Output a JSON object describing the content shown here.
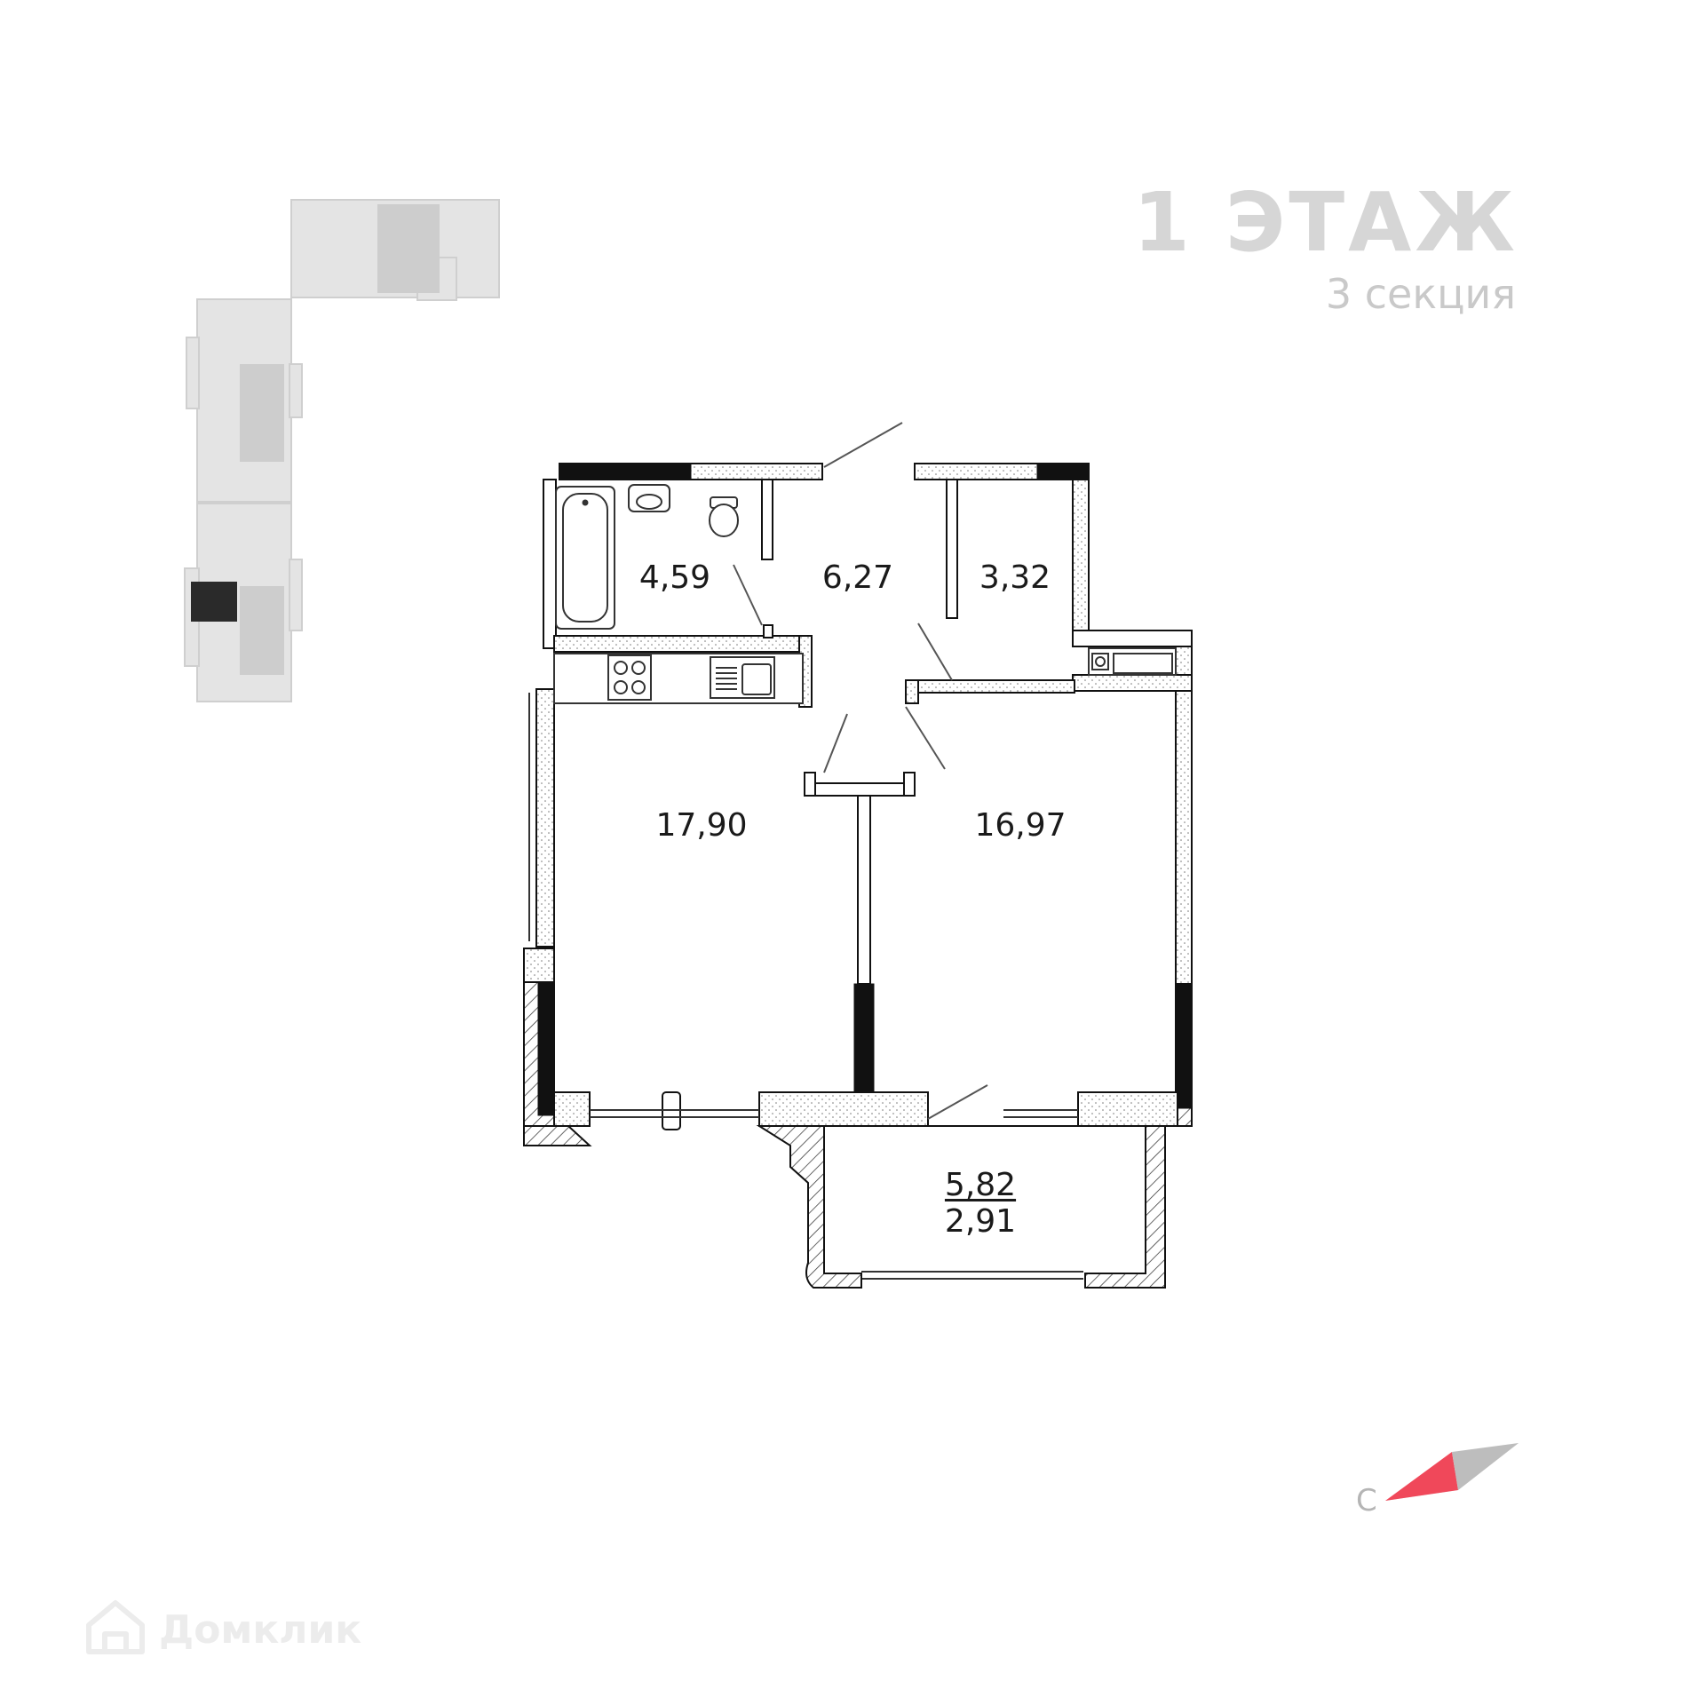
{
  "header": {
    "floor": "1 ЭТАЖ",
    "section": "3 секция"
  },
  "rooms": {
    "bathroom": "4,59",
    "hallway": "6,27",
    "storage": "3,32",
    "living_kitchen": "17,90",
    "bedroom": "16,97",
    "balcony_total": "5,82",
    "balcony_reduced": "2,91"
  },
  "compass": {
    "north_label": "С",
    "accent_color": "#f0485a",
    "secondary_color": "#d9d9d9"
  },
  "watermark": {
    "text": "Домклик",
    "icon": "house-icon"
  },
  "colors": {
    "wall": "#111111",
    "site_plan": "#e4e4e4",
    "site_plan_highlight": "#2a2a2a",
    "title": "#d6d6d6"
  }
}
